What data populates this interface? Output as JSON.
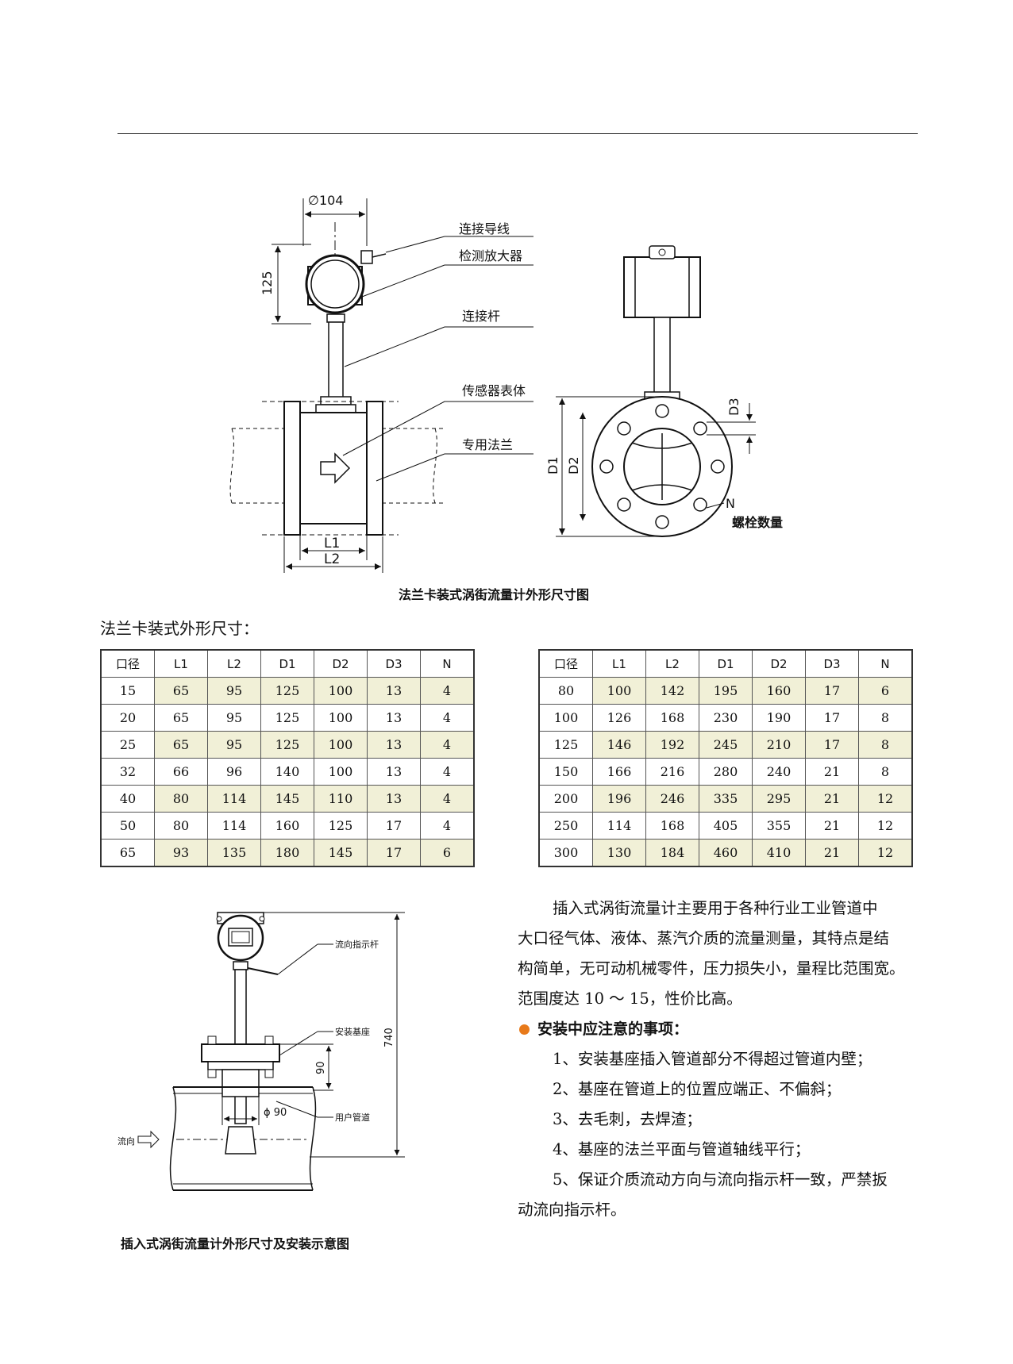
{
  "figure1": {
    "labels": {
      "diameter": "∅104",
      "height": "125",
      "wire": "连接导线",
      "amplifier": "检测放大器",
      "rod": "连接杆",
      "sensor": "传感器表体",
      "flange": "专用法兰",
      "l1": "L1",
      "l2": "L2",
      "d1": "D1",
      "d2": "D2",
      "d3": "D3",
      "n": "N",
      "bolts": "螺栓数量"
    },
    "caption": "法兰卡装式涡街流量计外形尺寸图"
  },
  "section_title": "法兰卡装式外形尺寸：",
  "table_headers": [
    "口径",
    "L1",
    "L2",
    "D1",
    "D2",
    "D3",
    "N"
  ],
  "table_left": [
    [
      "15",
      "65",
      "95",
      "125",
      "100",
      "13",
      "4"
    ],
    [
      "20",
      "65",
      "95",
      "125",
      "100",
      "13",
      "4"
    ],
    [
      "25",
      "65",
      "95",
      "125",
      "100",
      "13",
      "4"
    ],
    [
      "32",
      "66",
      "96",
      "140",
      "100",
      "13",
      "4"
    ],
    [
      "40",
      "80",
      "114",
      "145",
      "110",
      "13",
      "4"
    ],
    [
      "50",
      "80",
      "114",
      "160",
      "125",
      "17",
      "4"
    ],
    [
      "65",
      "93",
      "135",
      "180",
      "145",
      "17",
      "6"
    ]
  ],
  "table_right": [
    [
      "80",
      "100",
      "142",
      "195",
      "160",
      "17",
      "6"
    ],
    [
      "100",
      "126",
      "168",
      "230",
      "190",
      "17",
      "8"
    ],
    [
      "125",
      "146",
      "192",
      "245",
      "210",
      "17",
      "8"
    ],
    [
      "150",
      "166",
      "216",
      "280",
      "240",
      "21",
      "8"
    ],
    [
      "200",
      "196",
      "246",
      "335",
      "295",
      "21",
      "12"
    ],
    [
      "250",
      "114",
      "168",
      "405",
      "355",
      "21",
      "12"
    ],
    [
      "300",
      "130",
      "184",
      "460",
      "410",
      "21",
      "12"
    ]
  ],
  "figure2": {
    "labels": {
      "indicator": "流向指示杆",
      "base": "安装基座",
      "pipe": "用户管道",
      "flow": "流向",
      "len740": "740",
      "len90": "90",
      "phi90": "ϕ 90"
    },
    "caption": "插入式涡街流量计外形尺寸及安装示意图"
  },
  "description": {
    "intro_lines": [
      "插入式涡街流量计主要用于各种行业工业管道中",
      "大口径气体、液体、蒸汽介质的流量测量，其特点是结",
      "构简单，无可动机械零件，压力损失小，量程比范围宽。",
      "范围度达 10 ～ 15，性价比高。"
    ],
    "notice_title": "安装中应注意的事项：",
    "items": [
      "1、安装基座插入管道部分不得超过管道内壁；",
      "2、基座在管道上的位置应端正、不偏斜；",
      "3、去毛刺，去焊渣；",
      "4、基座的法兰平面与管道轴线平行；",
      "5、保证介质流动方向与流向指示杆一致，严禁扳"
    ],
    "item5_cont": "动流向指示杆。"
  },
  "colors": {
    "shade": "#f1f0d7",
    "bullet": "#e87a1a"
  }
}
